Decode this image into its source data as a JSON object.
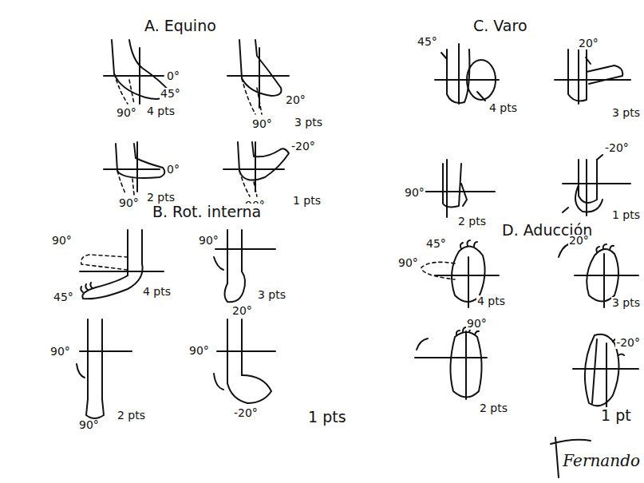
{
  "diagram": {
    "labels": [
      "A. Equino",
      "0°",
      "45°",
      "90°",
      "4 pts",
      "20°",
      "90°",
      "3 pts",
      "0°",
      "90°",
      "2 pts",
      "-20°",
      "90°",
      "1 pts",
      "B. Rot. interna",
      "90°",
      "45°",
      "4 pts",
      "90°",
      "20°",
      "3 pts",
      "90°",
      "90°",
      "2 pts",
      "90°",
      "-20°",
      "1 pts",
      "C. Varo",
      "45°",
      "4 pts",
      "20°",
      "3 pts",
      "90°",
      "2 pts",
      "-20°",
      "1 pts",
      "D. Aducción",
      "45°",
      "90°",
      "4 pts",
      "20°",
      "3 pts",
      "90°",
      "2 pts",
      "-20°",
      "1 pt",
      "Fernando"
    ]
  }
}
